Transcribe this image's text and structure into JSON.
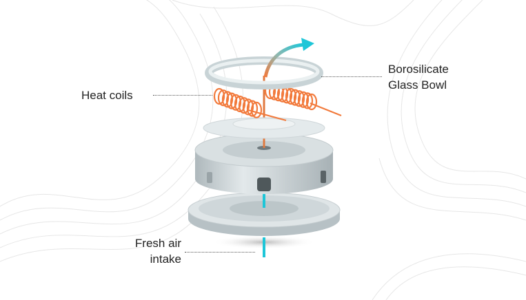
{
  "labels": {
    "bowl": {
      "line1": "Borosilicate",
      "line2": "Glass Bowl"
    },
    "coils": {
      "line1": "Heat coils"
    },
    "intake": {
      "line1": "Fresh air",
      "line2": "intake"
    }
  },
  "colors": {
    "coil": "#f27a3c",
    "airflow": "#1ec6d8",
    "body": "#c9d2d5",
    "text": "#222222"
  }
}
